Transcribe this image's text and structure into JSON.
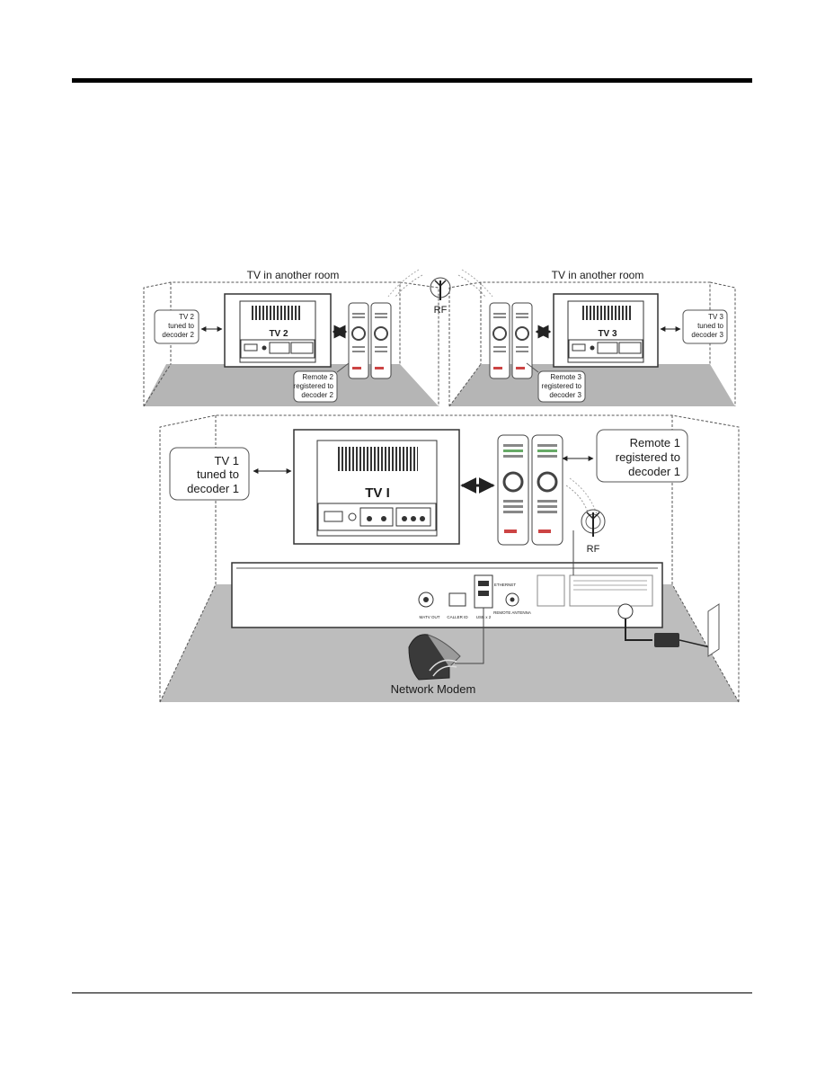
{
  "room2": {
    "title": "TV in another room",
    "tv_label": "TV 2",
    "tv_note": [
      "TV 2",
      "tuned to",
      "decoder 2"
    ],
    "remote_note": [
      "Remote 2",
      "registered to",
      "decoder 2"
    ]
  },
  "room3": {
    "title": "TV in another room",
    "tv_label": "TV 3",
    "tv_note": [
      "TV 3",
      "tuned to",
      "decoder 3"
    ],
    "remote_note": [
      "Remote 3",
      "registered to",
      "decoder 3"
    ]
  },
  "center_rf_label": "RF",
  "main_room": {
    "tv_label": "TV I",
    "tv_note": [
      "TV 1",
      "tuned to",
      "decoder 1"
    ],
    "remote_note": [
      "Remote 1",
      "registered to",
      "decoder 1"
    ],
    "rf_label": "RF",
    "modem_label": "Network Modem",
    "decoder_ports": [
      "MATV OUT",
      "CALLER ID",
      "USB x 2",
      "ETHERNET",
      "REMOTE ANTENNA"
    ]
  },
  "colors": {
    "floor": "#b4b4b4",
    "floor_main": "#bdbdbd",
    "line": "#222222"
  }
}
